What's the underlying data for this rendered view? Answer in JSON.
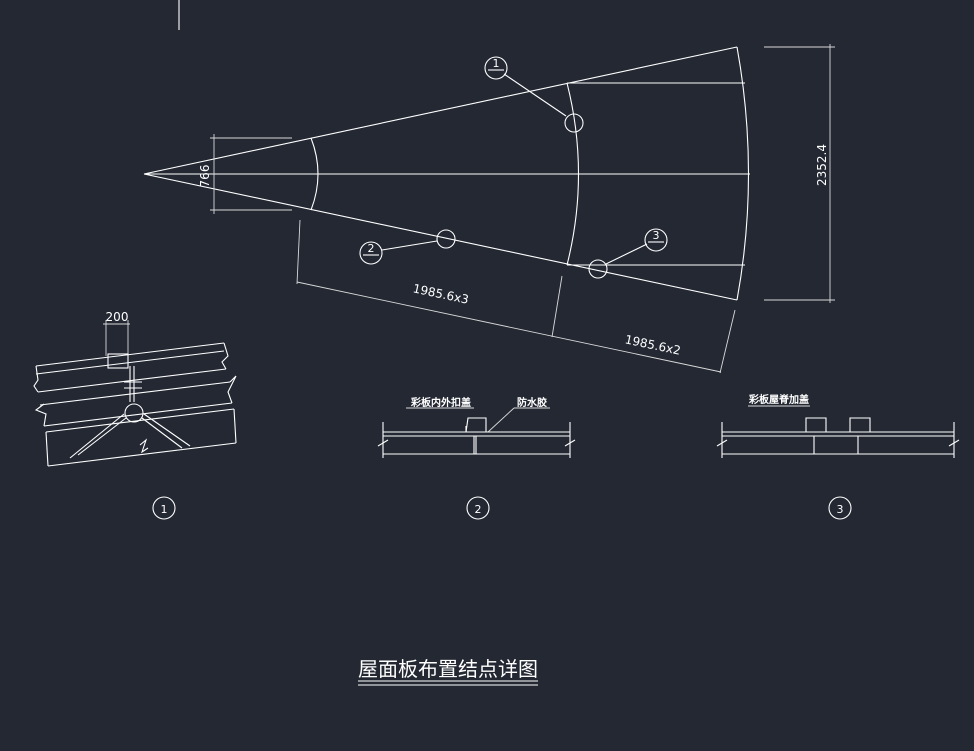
{
  "drawing": {
    "title": "屋面板布置结点详图",
    "colors": {
      "background": "#232833",
      "line": "#ffffff"
    }
  },
  "plan": {
    "dim_root_width": "766",
    "dim_total_height": "2352.4",
    "dim_segment_a": "1985.6x3",
    "dim_segment_b": "1985.6x2",
    "callouts": [
      "1",
      "2",
      "3"
    ]
  },
  "details": {
    "d1": {
      "marker": "1",
      "dim": "200"
    },
    "d2": {
      "marker": "2",
      "label_left": "彩板内外扣盖",
      "label_right": "防水胶"
    },
    "d3": {
      "marker": "3",
      "label": "彩板屋脊加盖"
    }
  }
}
